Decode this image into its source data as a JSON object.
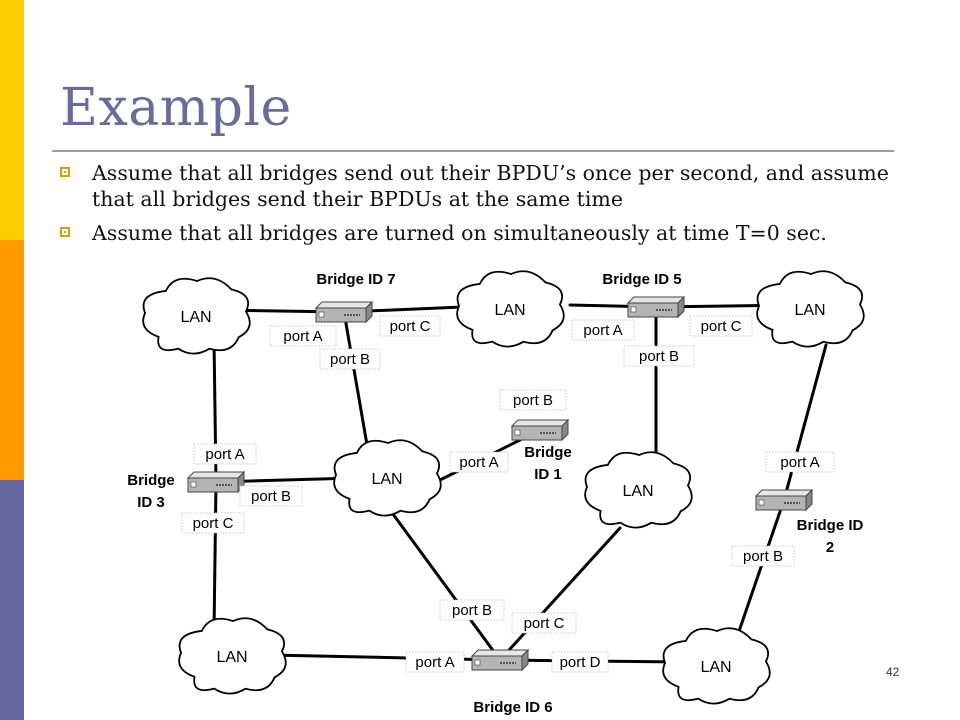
{
  "slide": {
    "title": "Example",
    "bullets": [
      "Assume that all bridges send out their BPDU’s once per second, and assume that all bridges send their BPDUs at the same time",
      "Assume that all bridges are turned on simultaneously at time T=0 sec."
    ],
    "page_number": "42"
  },
  "diagram": {
    "lan_label": "LAN",
    "bridges": [
      {
        "id": "bridge-7",
        "label": [
          "Bridge ID 7"
        ]
      },
      {
        "id": "bridge-5",
        "label": [
          "Bridge ID 5"
        ]
      },
      {
        "id": "bridge-1",
        "label": [
          "Bridge",
          "ID 1"
        ]
      },
      {
        "id": "bridge-3",
        "label": [
          "Bridge",
          "ID 3"
        ]
      },
      {
        "id": "bridge-2",
        "label": [
          "Bridge ID",
          "2"
        ]
      },
      {
        "id": "bridge-6",
        "label": [
          "Bridge ID 6"
        ]
      }
    ],
    "ports": [
      {
        "bridge": "bridge-7",
        "text": "port A"
      },
      {
        "bridge": "bridge-7",
        "text": "port C"
      },
      {
        "bridge": "bridge-7",
        "text": "port B"
      },
      {
        "bridge": "bridge-5",
        "text": "port A"
      },
      {
        "bridge": "bridge-5",
        "text": "port C"
      },
      {
        "bridge": "bridge-5",
        "text": "port B"
      },
      {
        "bridge": "bridge-1",
        "text": "port B"
      },
      {
        "bridge": "bridge-1",
        "text": "port A"
      },
      {
        "bridge": "bridge-3",
        "text": "port A"
      },
      {
        "bridge": "bridge-3",
        "text": "port B"
      },
      {
        "bridge": "bridge-3",
        "text": "port C"
      },
      {
        "bridge": "bridge-2",
        "text": "port A"
      },
      {
        "bridge": "bridge-2",
        "text": "port B"
      },
      {
        "bridge": "bridge-6",
        "text": "port B"
      },
      {
        "bridge": "bridge-6",
        "text": "port C"
      },
      {
        "bridge": "bridge-6",
        "text": "port A"
      },
      {
        "bridge": "bridge-6",
        "text": "port D"
      }
    ]
  },
  "colors": {
    "sidebar_top": "#ffcc00",
    "sidebar_mid": "#ff9900",
    "sidebar_bottom": "#6666a0",
    "title": "#6a6a9c",
    "bullet": "#d89b00"
  }
}
